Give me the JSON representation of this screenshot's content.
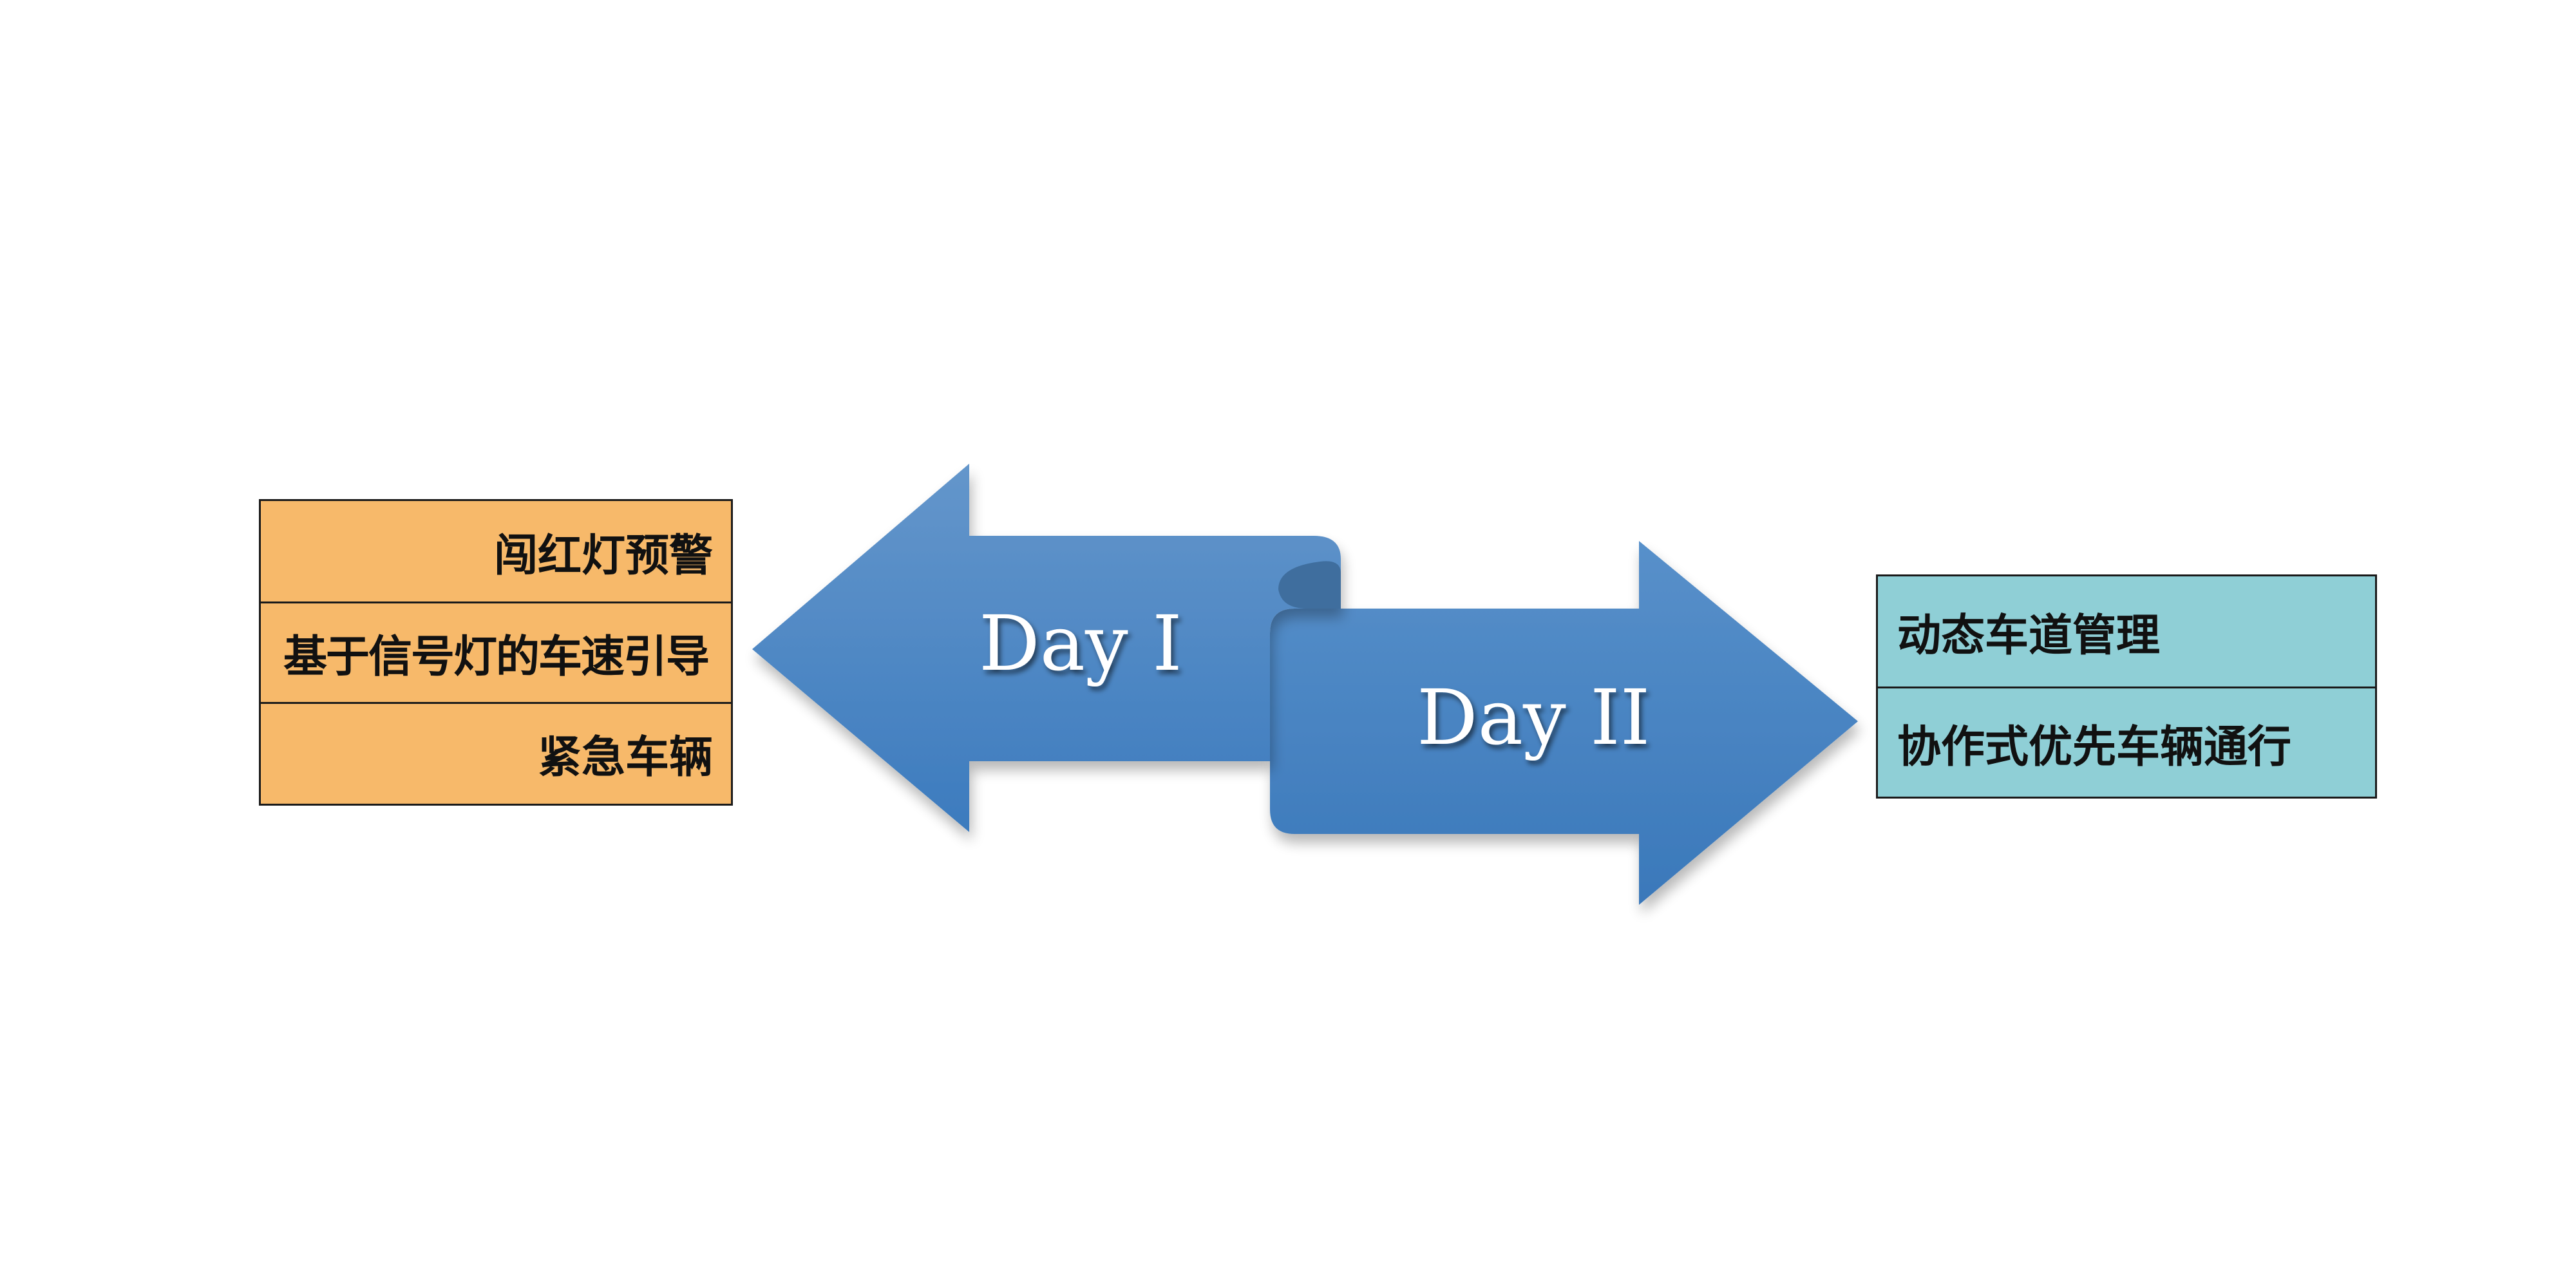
{
  "colors": {
    "left_box_fill": "#F7B96A",
    "right_box_fill": "#8FCFD6",
    "arrow_light": "#6496CB",
    "arrow_dark": "#3C7BBE"
  },
  "left_box": {
    "items": [
      "闯红灯预警",
      "基于信号灯的车速引导",
      "紧急车辆"
    ]
  },
  "arrows": {
    "left_label": "Day I",
    "right_label": "Day II"
  },
  "right_box": {
    "items": [
      "动态车道管理",
      "协作式优先车辆通行"
    ]
  }
}
